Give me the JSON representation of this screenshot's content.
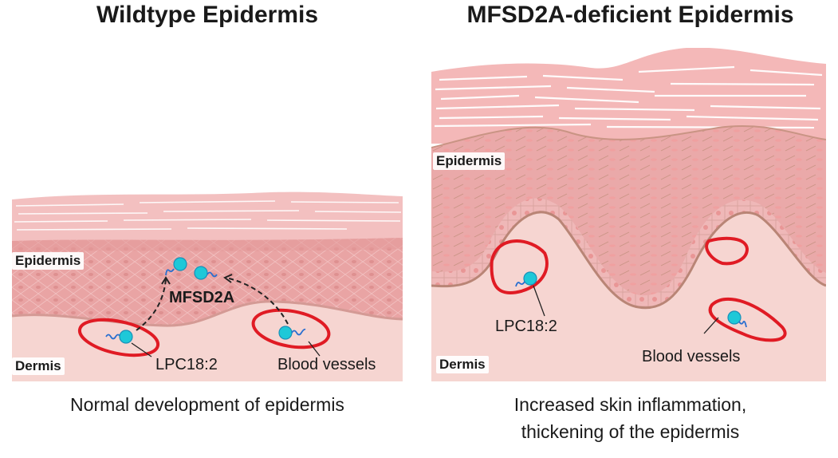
{
  "figure": {
    "left_panel": {
      "title": "Wildtype Epidermis",
      "labels": {
        "epidermis": "Epidermis",
        "dermis": "Dermis",
        "transporter": "MFSD2A",
        "lipid": "LPC18:2",
        "vessels": "Blood vessels"
      },
      "caption": "Normal development of epidermis"
    },
    "right_panel": {
      "title": "MFSD2A-deficient Epidermis",
      "labels": {
        "epidermis": "Epidermis",
        "dermis": "Dermis",
        "lipid": "LPC18:2",
        "vessels": "Blood vessels"
      },
      "caption_line1": "Increased skin inflammation,",
      "caption_line2": "thickening of the epidermis"
    },
    "colors": {
      "stratum_corneum": "#f4b8b8",
      "epidermis": "#eaa9a9",
      "epidermis_dark": "#d98f8f",
      "dermis": "#f6d5d1",
      "basement_line": "#b98576",
      "vessel": "#e01b24",
      "lipid_head": "#1ec8d8",
      "lipid_tail": "#2a6fd0",
      "arrow": "#222222"
    }
  }
}
